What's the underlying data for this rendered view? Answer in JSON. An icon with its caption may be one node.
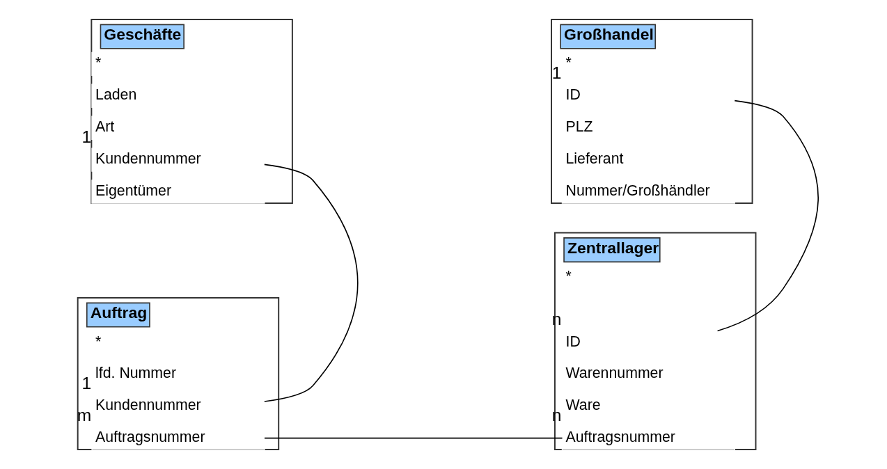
{
  "diagram": {
    "nodes": [
      {
        "text": [
          "Geschäfte"
        ]
      },
      {
        "text": [
          "*"
        ],
        "in": 0
      },
      {
        "text": [
          "Laden"
        ],
        "in": 0
      },
      {
        "text": [
          "Art"
        ],
        "in": 0
      },
      {
        "text": [
          "Kundennummer"
        ],
        "in": 0,
        "beside": [
          "1"
        ]
      },
      {
        "text": [
          "Eigentümer"
        ],
        "in": 0
      },
      {
        "text": [
          "Großhandel"
        ]
      },
      {
        "text": [
          "*"
        ],
        "in": 6
      },
      {
        "text": [
          "ID"
        ],
        "in": 6,
        "beside": [
          "1"
        ]
      },
      {
        "text": [
          "PLZ"
        ],
        "in": 6
      },
      {
        "text": [
          "Lieferant"
        ],
        "in": 6
      },
      {
        "text": [
          "Nummer/Großhändler"
        ],
        "in": 6
      },
      {
        "text": [
          "Auftrag"
        ]
      },
      {
        "text": [
          "*"
        ],
        "in": 12
      },
      {
        "text": [
          "lfd. Nummer"
        ],
        "in": 12
      },
      {
        "text": [
          "Kundennummer"
        ],
        "in": 12,
        "beside": [
          "1"
        ]
      },
      {
        "text": [
          "Auftragsnummer"
        ],
        "in": 12,
        "beside": [
          "m"
        ]
      },
      {
        "text": [
          "Zentrallager"
        ]
      },
      {
        "text": [
          "*"
        ],
        "in": 17
      },
      {
        "text": [
          "ID"
        ],
        "in": 17,
        "beside": [
          "n"
        ]
      },
      {
        "text": [
          "Warennummer"
        ],
        "in": 17
      },
      {
        "text": [
          "Ware"
        ],
        "in": 17
      },
      {
        "text": [
          "Auftragsnummer"
        ],
        "in": 17,
        "beside": [
          "n"
        ]
      }
    ],
    "edges": [
      {
        "from": 4,
        "to": 15,
        "arrow": "none"
      },
      {
        "from": 16,
        "to": 22,
        "arrow": "none"
      },
      {
        "from": 8,
        "to": 19,
        "arrow": "none"
      }
    ]
  }
}
